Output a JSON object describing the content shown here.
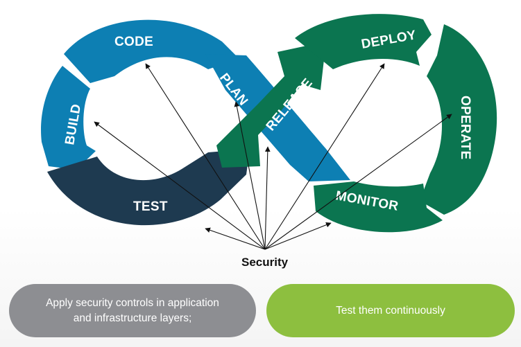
{
  "stages": {
    "code": "CODE",
    "build": "BUILD",
    "test": "TEST",
    "plan": "PLAN",
    "release": "RELEASE",
    "deploy": "DEPLOY",
    "operate": "OPERATE",
    "monitor": "MONITOR"
  },
  "security_label": "Security",
  "notes": {
    "left_line1": "Apply security controls in application",
    "left_line2": "and infrastructure layers;",
    "right": "Test them continuously"
  },
  "colors": {
    "blue": "#0d7fb3",
    "navy": "#1e3a50",
    "green": "#0b7550",
    "pill_gray": "#8d8e92",
    "pill_green": "#8dbf3f"
  }
}
